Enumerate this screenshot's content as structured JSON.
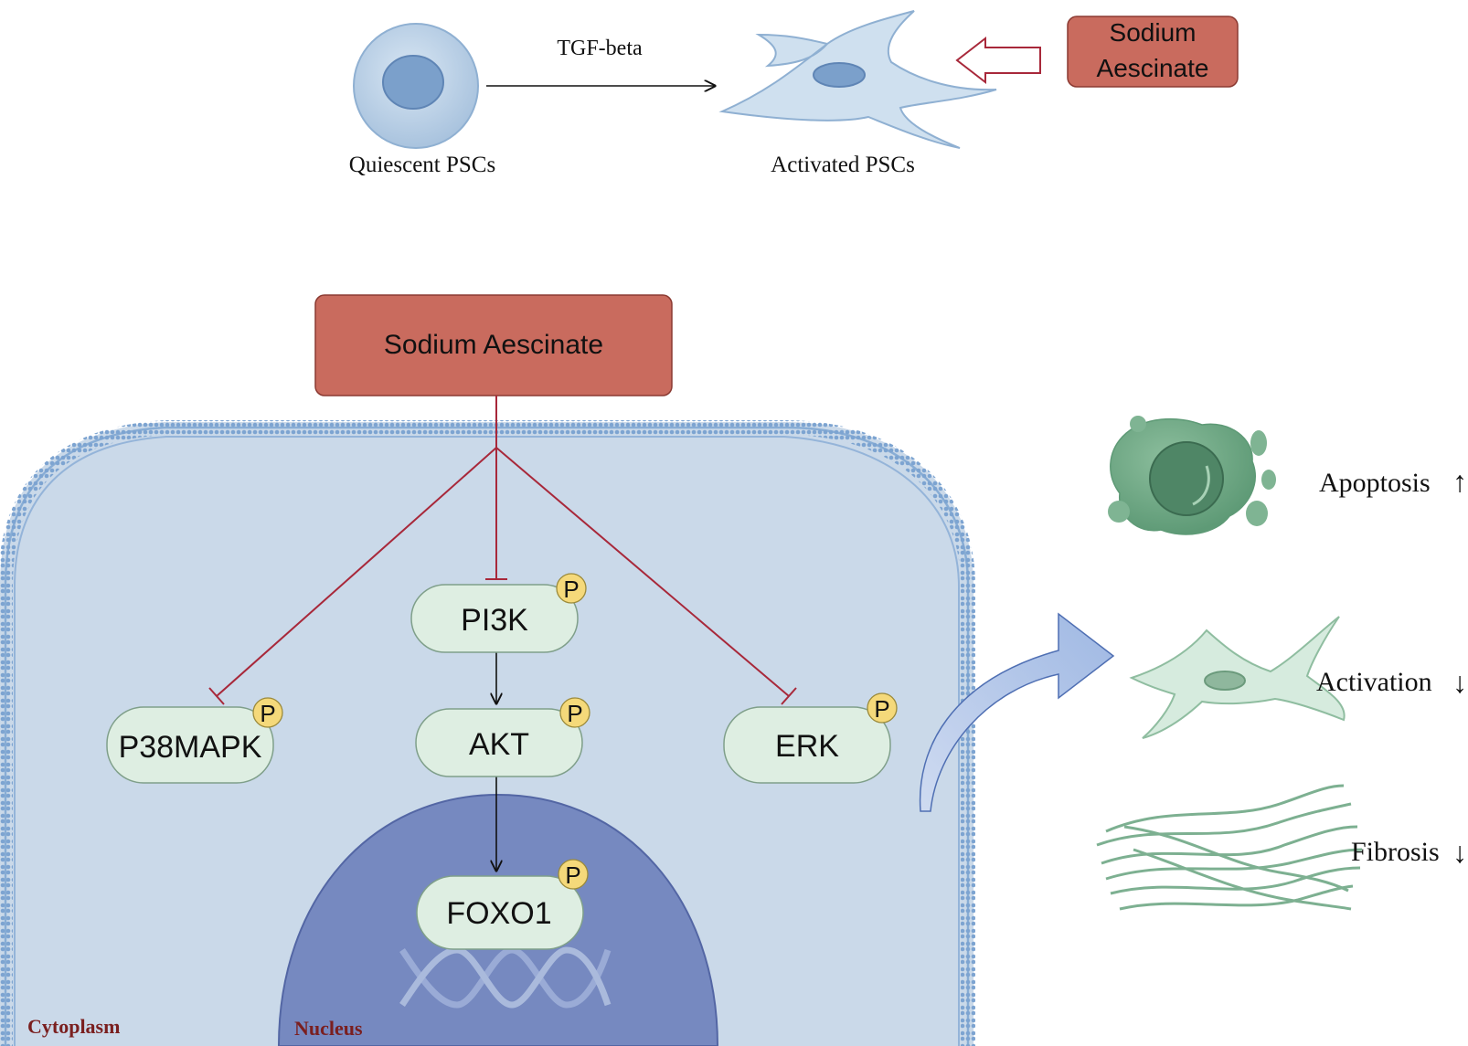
{
  "top": {
    "quiescent_label": "Quiescent PSCs",
    "activated_label": "Activated PSCs",
    "arrow_label": "TGF-beta",
    "drug_line1": "Sodium",
    "drug_line2": "Aescinate"
  },
  "cell": {
    "drug_label": "Sodium Aescinate",
    "cytoplasm_label": "Cytoplasm",
    "nucleus_label": "Nucleus",
    "nodes": {
      "pi3k": "PI3K",
      "akt": "AKT",
      "p38mapk": "P38MAPK",
      "erk": "ERK",
      "foxo1": "FOXO1"
    },
    "phospho_label": "P"
  },
  "outcomes": {
    "apoptosis": "Apoptosis",
    "activation": "Activation",
    "fibrosis": "Fibrosis",
    "up_arrow": "↑",
    "down_arrow": "↓"
  },
  "colors": {
    "drug_fill": "#c96b5e",
    "drug_stroke": "#8b3a32",
    "inhibit_line": "#a8283a",
    "cell_fill": "#cad9e9",
    "membrane": "#7da4d1",
    "nucleus_fill": "#7689c0",
    "node_fill": "#deeee2",
    "node_stroke": "#7f9f8a",
    "phospho_fill": "#f5d97a",
    "label_red": "#7a1f1f",
    "outcome_green": "#6fa886"
  }
}
